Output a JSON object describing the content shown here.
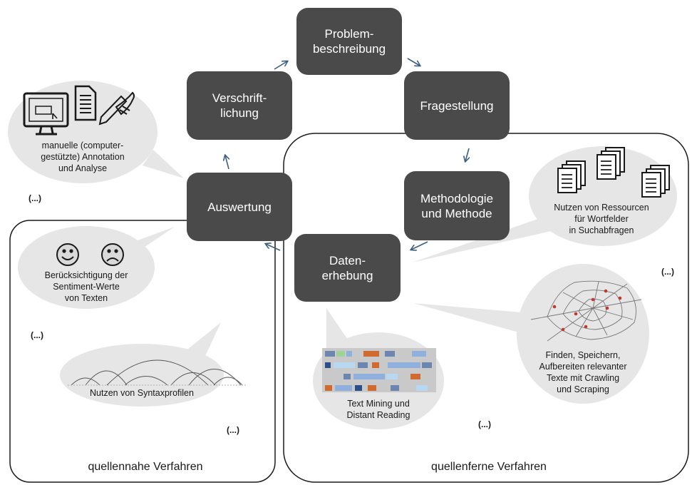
{
  "steps": {
    "problem": "Problem-\nbeschreibung",
    "fragestellung": "Fragestellung",
    "methodologie": "Methodologie\nund Methode",
    "datenerhebung": "Daten-\nerhebung",
    "auswertung": "Auswertung",
    "verschriftlichung": "Verschrift-\nlichung"
  },
  "bubbles": {
    "annotation": "manuelle (computer-\ngestützte) Annotation\nund Analyse",
    "sentiment": "Berücksichtigung der\nSentiment-Werte\nvon Texten",
    "syntax": "Nutzen von Syntaxprofilen",
    "ressourcen": "Nutzen von Ressourcen\nfür Wortfelder\nin Suchabfragen",
    "crawling": "Finden, Speichern,\nAufbereiten relevanter\nTexte mit Crawling\nund Scraping",
    "textmining": "Text Mining  und\nDistant Reading"
  },
  "ellipsis": "(...)",
  "regions": {
    "near": "quellennahe Verfahren",
    "far": "quellenferne Verfahren"
  },
  "colors": {
    "box": "#4a4a4a",
    "bubble": "#e6e6e6",
    "arrow": "#3d5f7f",
    "frame": "#1a1a1a"
  }
}
